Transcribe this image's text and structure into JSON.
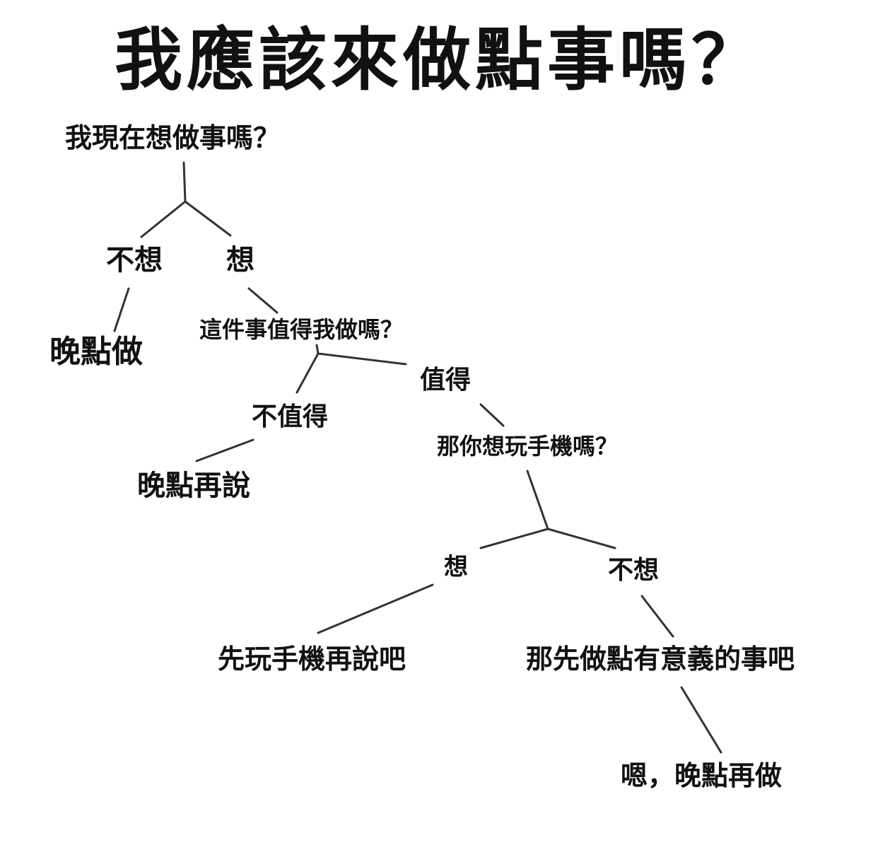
{
  "title": "我應該來做點事嗎？",
  "nodes": {
    "root": "我現在想做事嗎？",
    "no_want": "不想",
    "want": "想",
    "do_later": "晚點做",
    "worth_question": "這件事值得我做嗎？",
    "worth": "值得",
    "not_worth": "不值得",
    "later_talk": "晚點再說",
    "phone_question": "那你想玩手機嗎？",
    "phone_want": "想",
    "phone_no_want": "不想",
    "phone_first": "先玩手機再說吧",
    "meaningful": "那先做點有意義的事吧",
    "final": "嗯，晚點再做"
  }
}
